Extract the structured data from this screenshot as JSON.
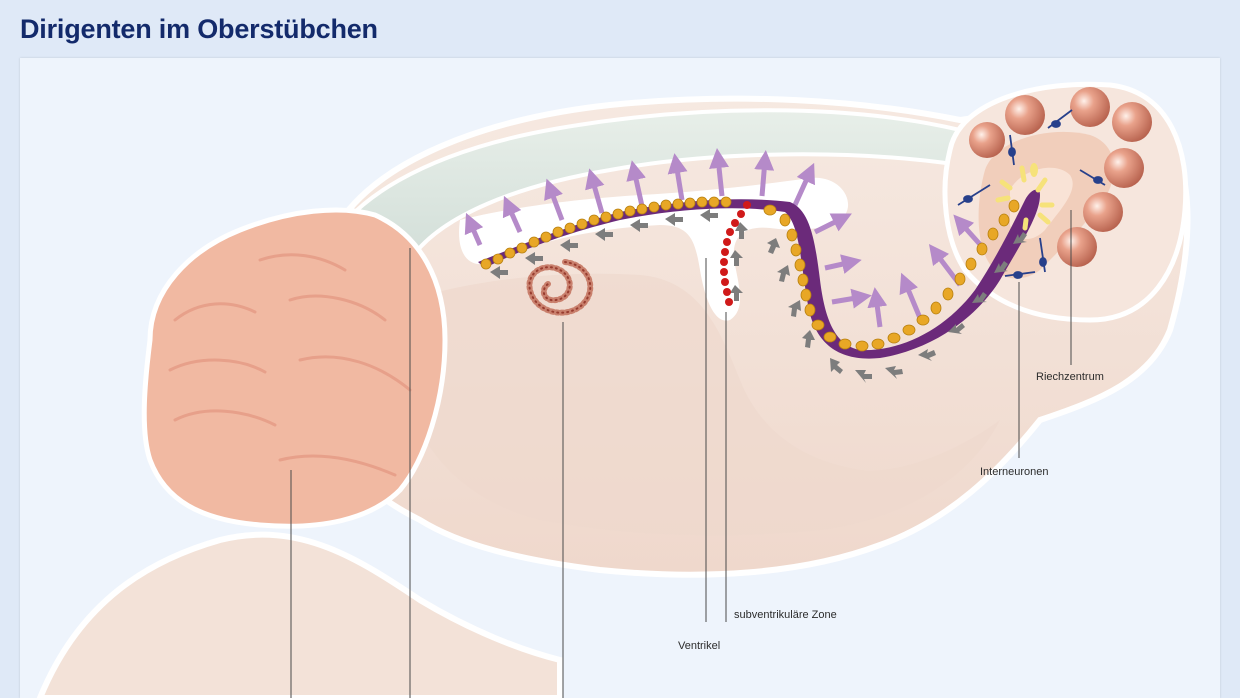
{
  "title": "Dirigenten im Oberstübchen",
  "labels": {
    "riechzentrum": "Riechzentrum",
    "interneuronen": "Interneuronen",
    "subventrikulaere_zone": "subventrikuläre Zone",
    "ventrikel": "Ventrikel"
  },
  "colors": {
    "background": "#dfe9f7",
    "panel": "#eef4fc",
    "title": "#132a6b",
    "cerebellum": "#f1b9a2",
    "brain": "#f3e2d8",
    "cortex": "#d9e3df",
    "ventricle": "#ffffff",
    "migration_path": "#6b2a7a",
    "cells": "#e8a726",
    "radial_arrows": "#b58ac9",
    "flow_arrows": "#7d7d7d",
    "svz_cells": "#d01a1a",
    "olfactory_spheres": "#d5806b",
    "interneuron": "#27408b",
    "glow": "#f6e27a"
  }
}
